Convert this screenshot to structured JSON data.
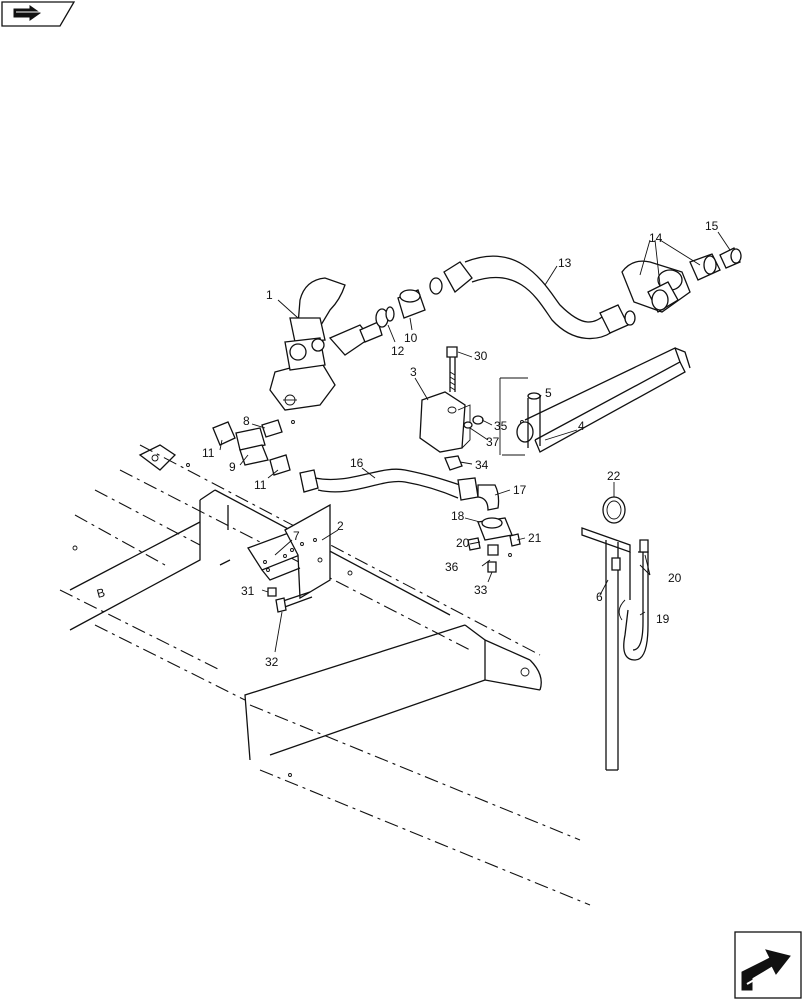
{
  "callouts": [
    {
      "id": "c1",
      "text": "1"
    },
    {
      "id": "c2",
      "text": "2"
    },
    {
      "id": "c3",
      "text": "3"
    },
    {
      "id": "c4",
      "text": "4"
    },
    {
      "id": "c5",
      "text": "5"
    },
    {
      "id": "c6",
      "text": "6"
    },
    {
      "id": "c7",
      "text": "7"
    },
    {
      "id": "c8",
      "text": "8"
    },
    {
      "id": "c9",
      "text": "9"
    },
    {
      "id": "c10",
      "text": "10"
    },
    {
      "id": "c11a",
      "text": "11"
    },
    {
      "id": "c11b",
      "text": "11"
    },
    {
      "id": "c12",
      "text": "12"
    },
    {
      "id": "c13",
      "text": "13"
    },
    {
      "id": "c14",
      "text": "14"
    },
    {
      "id": "c15",
      "text": "15"
    },
    {
      "id": "c16",
      "text": "16"
    },
    {
      "id": "c17",
      "text": "17"
    },
    {
      "id": "c18",
      "text": "18"
    },
    {
      "id": "c19",
      "text": "19"
    },
    {
      "id": "c20a",
      "text": "20"
    },
    {
      "id": "c20b",
      "text": "20"
    },
    {
      "id": "c21",
      "text": "21"
    },
    {
      "id": "c22",
      "text": "22"
    },
    {
      "id": "c30",
      "text": "30"
    },
    {
      "id": "c31",
      "text": "31"
    },
    {
      "id": "c32",
      "text": "32"
    },
    {
      "id": "c33",
      "text": "33"
    },
    {
      "id": "c34",
      "text": "34"
    },
    {
      "id": "c35",
      "text": "35"
    },
    {
      "id": "c36",
      "text": "36"
    },
    {
      "id": "c37",
      "text": "37"
    }
  ],
  "frame_mark": "B",
  "icons": {
    "top_left": "back-arrow-icon",
    "bottom_right": "next-page-arrow-icon"
  }
}
